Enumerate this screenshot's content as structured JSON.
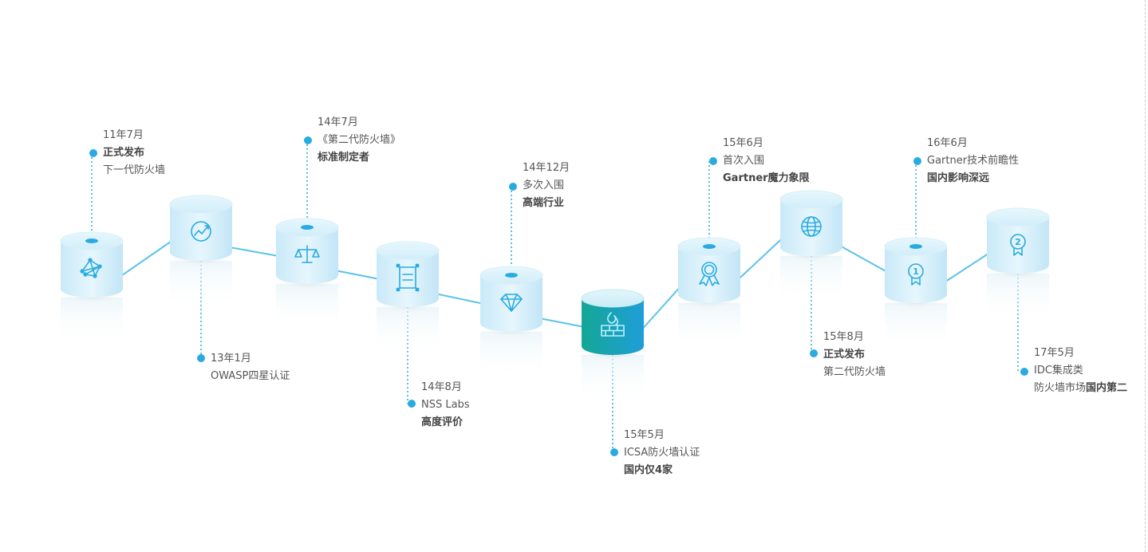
{
  "colors": {
    "accent": "#29abe2",
    "line": "#5cc3ea",
    "cylinder_top": "#d9f0fb",
    "cylinder_body": "#c4e7f7",
    "highlight_top": "#d6f1f8",
    "highlight_body_start": "#1aa7a0",
    "highlight_body_end": "#1e9ed6"
  },
  "milestones": [
    {
      "date": "11年7月",
      "line1": "正式发布",
      "line2": "下一代防火墙",
      "bold": "line1",
      "icon": "network-icon",
      "position": "above"
    },
    {
      "date": "13年1月",
      "line1": "OWASP四星认证",
      "line2": "",
      "bold": "none",
      "icon": "growth-chart-icon",
      "position": "below"
    },
    {
      "date": "14年7月",
      "line1": "《第二代防火墙》",
      "line2": "标准制定者",
      "bold": "line2",
      "icon": "scale-icon",
      "position": "above"
    },
    {
      "date": "14年8月",
      "line1": "NSS Labs",
      "line2": "高度评价",
      "bold": "line2",
      "icon": "document-frame-icon",
      "position": "below"
    },
    {
      "date": "14年12月",
      "line1": "多次入围",
      "line2": "高端行业",
      "bold": "line2",
      "icon": "diamond-icon",
      "position": "above"
    },
    {
      "date": "15年5月",
      "line1": "ICSA防火墙认证",
      "line2": "国内仅4家",
      "bold": "line2",
      "icon": "firewall-icon",
      "position": "below",
      "highlight": true
    },
    {
      "date": "15年6月",
      "line1": "首次入围",
      "line2": "Gartner魔力象限",
      "bold": "line2",
      "icon": "award-ribbon-icon",
      "position": "above"
    },
    {
      "date": "15年8月",
      "line1": "正式发布",
      "line2": "第二代防火墙",
      "bold": "line1",
      "icon": "globe-icon",
      "position": "below"
    },
    {
      "date": "16年6月",
      "line1": "Gartner技术前瞻性",
      "line2": "国内影响深远",
      "bold": "line2",
      "icon": "medal-1-icon",
      "position": "above"
    },
    {
      "date": "17年5月",
      "line1": "IDC集成类",
      "line2": "防火墙市场",
      "line2_bold": "国内第二",
      "bold": "line2b",
      "icon": "medal-2-icon",
      "position": "below"
    }
  ],
  "medal_labels": {
    "first": "1",
    "second": "2"
  }
}
